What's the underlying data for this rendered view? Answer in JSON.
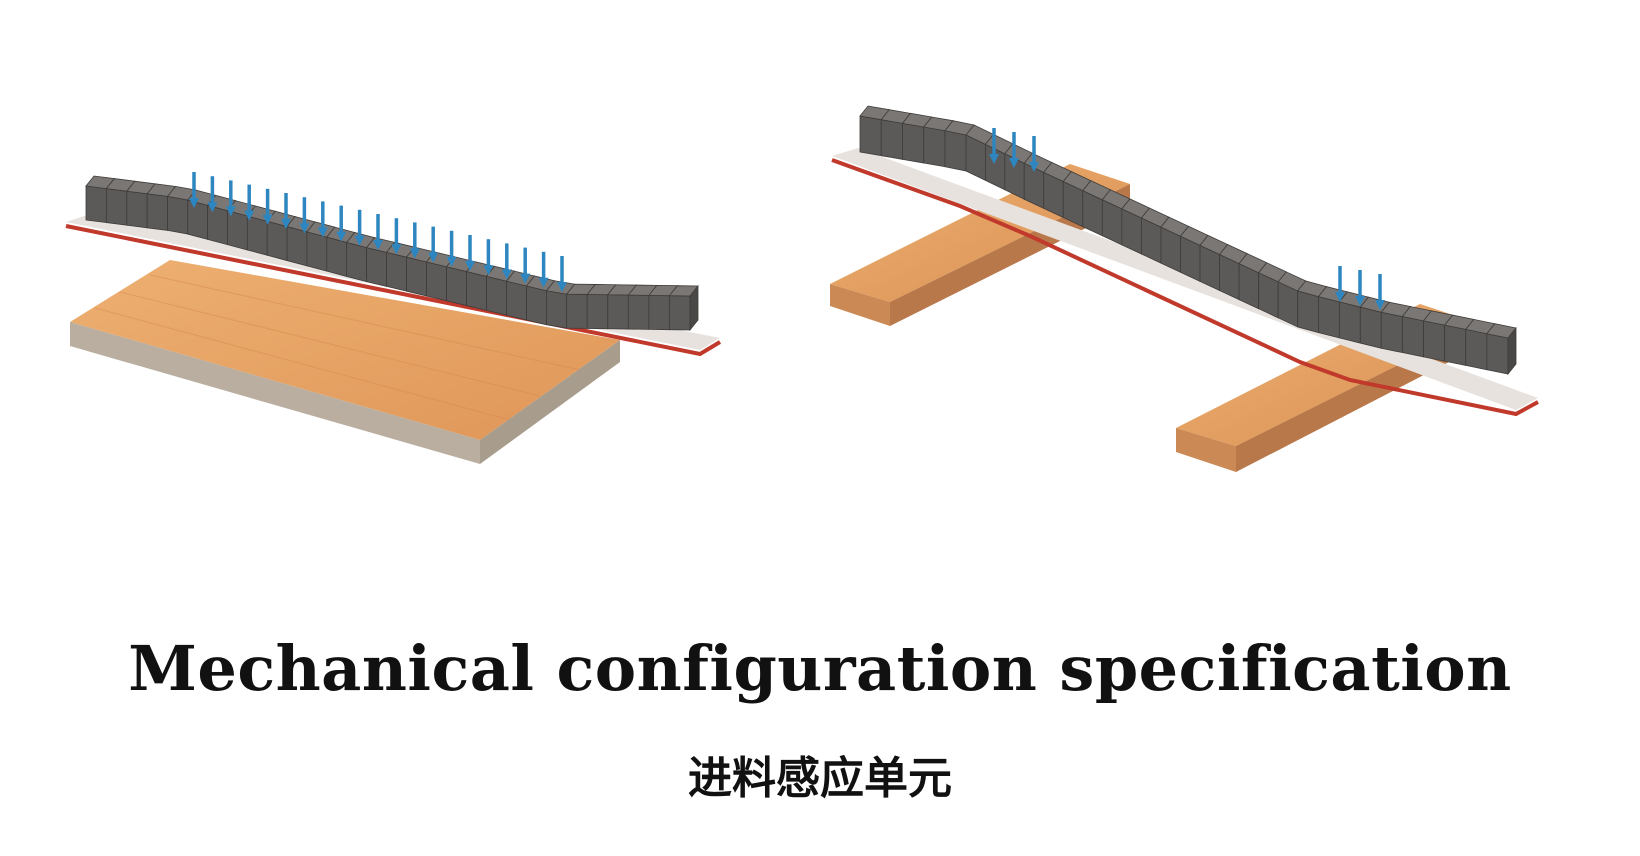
{
  "title": "Mechanical configuration specification",
  "subtitle": "进料感应单元",
  "colors": {
    "wood_top": "#E9A464",
    "wood_side": "#C9885A",
    "board_side": "#B8AC9C",
    "strip_top": "#E7E2DE",
    "strip_edge": "#C0392B",
    "block_top": "#7A7774",
    "block_front": "#5C5A58",
    "block_side": "#4A4846",
    "arrow": "#2E86C1"
  },
  "figures": [
    {
      "name": "left-configuration",
      "support": "full-board",
      "arrow_count": 21
    },
    {
      "name": "right-configuration",
      "support": "two-beams",
      "arrow_groups": [
        3,
        3
      ]
    }
  ]
}
